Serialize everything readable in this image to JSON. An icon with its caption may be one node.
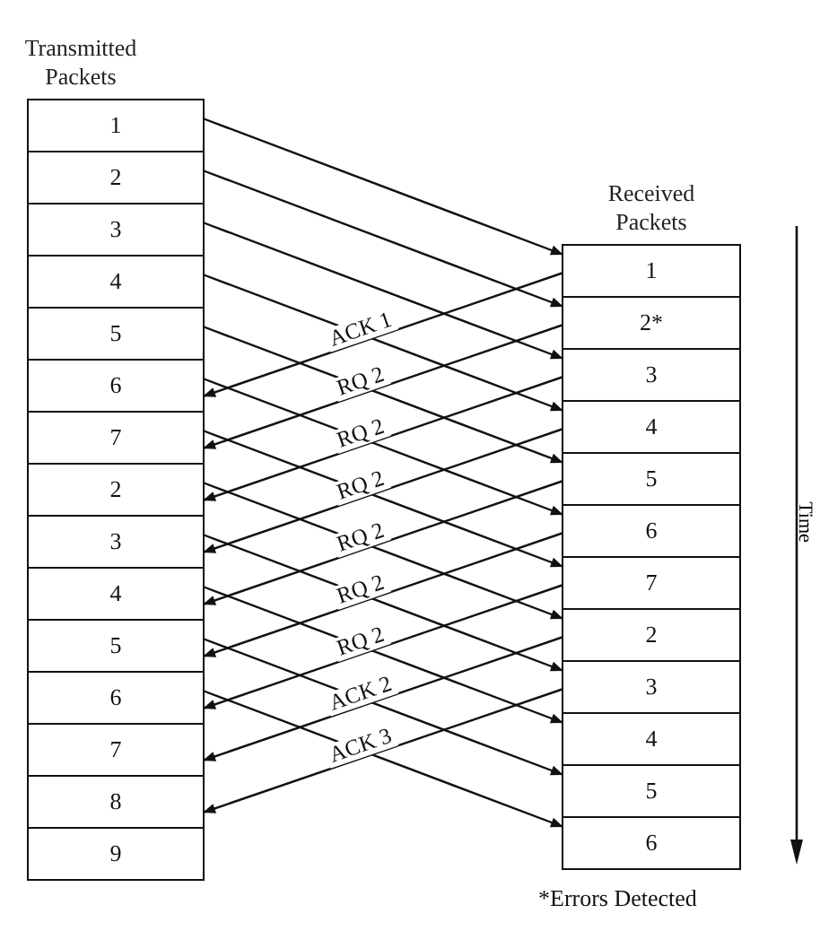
{
  "diagram": {
    "nodes": [
      {
        "text": [
          "Transmitted Packets"
        ]
      },
      {
        "text": [
          "1"
        ],
        "in": 0
      },
      {
        "text": [
          "2"
        ],
        "in": 0
      },
      {
        "text": [
          "3"
        ],
        "in": 0
      },
      {
        "text": [
          "4"
        ],
        "in": 0
      },
      {
        "text": [
          "5"
        ],
        "in": 0
      },
      {
        "text": [
          "6"
        ],
        "in": 0
      },
      {
        "text": [
          "7"
        ],
        "in": 0
      },
      {
        "text": [
          "2"
        ],
        "in": 0
      },
      {
        "text": [
          "3"
        ],
        "in": 0
      },
      {
        "text": [
          "4"
        ],
        "in": 0
      },
      {
        "text": [
          "5"
        ],
        "in": 0
      },
      {
        "text": [
          "6"
        ],
        "in": 0
      },
      {
        "text": [
          "7"
        ],
        "in": 0
      },
      {
        "text": [
          "8"
        ],
        "in": 0
      },
      {
        "text": [
          "9"
        ],
        "in": 0
      },
      {
        "text": [
          "Received Packets"
        ]
      },
      {
        "text": [
          "1"
        ],
        "in": 16
      },
      {
        "text": [
          "2*"
        ],
        "in": 16
      },
      {
        "text": [
          "3"
        ],
        "in": 16
      },
      {
        "text": [
          "4"
        ],
        "in": 16
      },
      {
        "text": [
          "5"
        ],
        "in": 16
      },
      {
        "text": [
          "6"
        ],
        "in": 16
      },
      {
        "text": [
          "7"
        ],
        "in": 16
      },
      {
        "text": [
          "2"
        ],
        "in": 16
      },
      {
        "text": [
          "3"
        ],
        "in": 16
      },
      {
        "text": [
          "4"
        ],
        "in": 16
      },
      {
        "text": [
          "5"
        ],
        "in": 16
      },
      {
        "text": [
          "6"
        ],
        "in": 16
      }
    ],
    "edges": [
      {
        "from": 1,
        "to": 17,
        "arrow": "to"
      },
      {
        "from": 2,
        "to": 18,
        "arrow": "to"
      },
      {
        "from": 3,
        "to": 19,
        "arrow": "to"
      },
      {
        "from": 4,
        "to": 20,
        "arrow": "to"
      },
      {
        "from": 5,
        "to": 21,
        "arrow": "to"
      },
      {
        "from": 6,
        "to": 22,
        "arrow": "to"
      },
      {
        "from": 7,
        "to": 23,
        "arrow": "to"
      },
      {
        "from": 8,
        "to": 24,
        "arrow": "to"
      },
      {
        "from": 9,
        "to": 25,
        "arrow": "to"
      },
      {
        "from": 10,
        "to": 26,
        "arrow": "to"
      },
      {
        "from": 11,
        "to": 27,
        "arrow": "to"
      },
      {
        "from": 12,
        "to": 28,
        "arrow": "to"
      },
      {
        "from": 17,
        "to": 6,
        "arrow": "to",
        "label": "ACK 1"
      },
      {
        "from": 18,
        "to": 7,
        "arrow": "to",
        "label": "RQ 2"
      },
      {
        "from": 19,
        "to": 8,
        "arrow": "to",
        "label": "RQ 2"
      },
      {
        "from": 20,
        "to": 9,
        "arrow": "to",
        "label": "RQ 2"
      },
      {
        "from": 21,
        "to": 10,
        "arrow": "to",
        "label": "RQ 2"
      },
      {
        "from": 22,
        "to": 11,
        "arrow": "to",
        "label": "RQ 2"
      },
      {
        "from": 23,
        "to": 12,
        "arrow": "to",
        "label": "RQ 2"
      },
      {
        "from": 24,
        "to": 13,
        "arrow": "to",
        "label": "ACK 2"
      },
      {
        "from": 25,
        "to": 14,
        "arrow": "to",
        "label": "ACK 3"
      }
    ],
    "labels": [
      "Time",
      "*Errors Detected"
    ]
  }
}
